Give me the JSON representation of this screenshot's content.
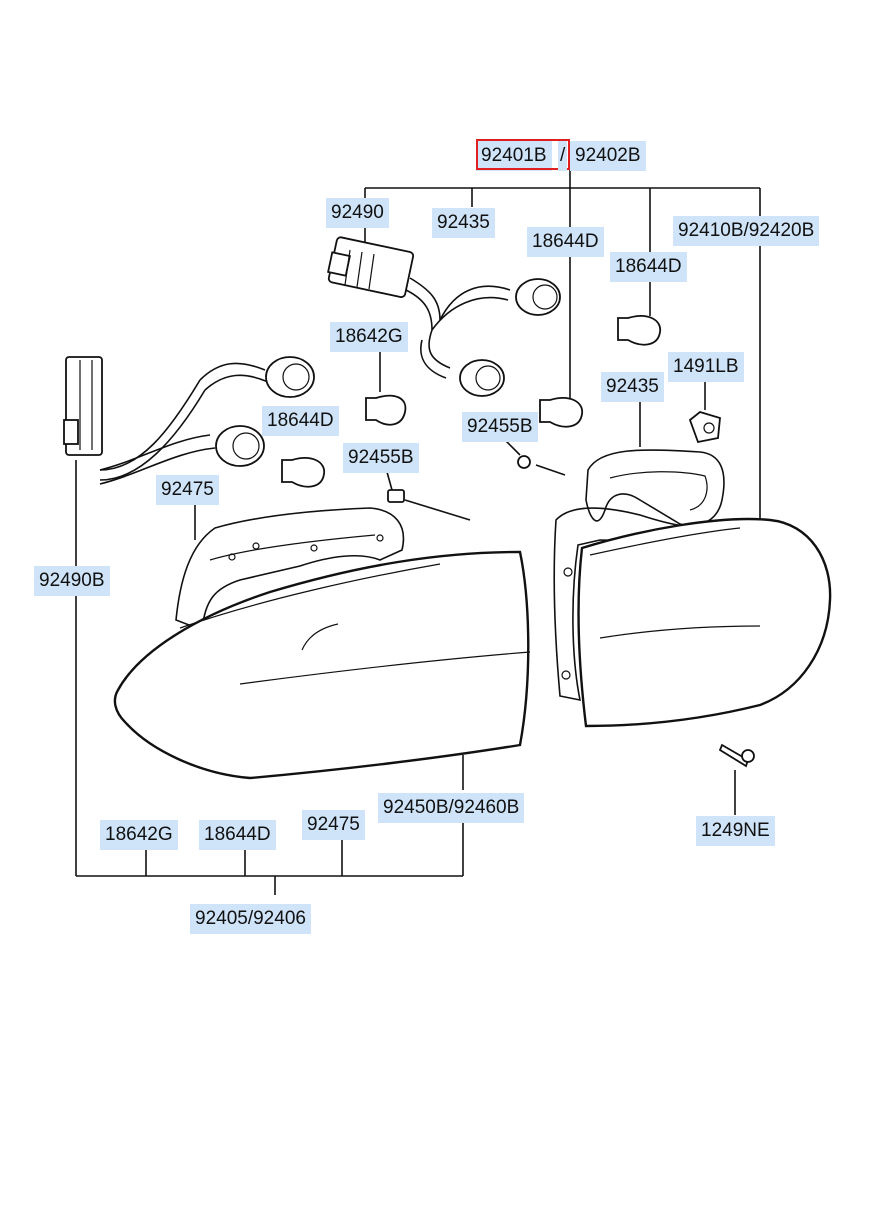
{
  "labels": {
    "assembly_top_a": "92401B",
    "assembly_top_sep": "/",
    "assembly_top_b": "92402B",
    "harness_right": "92490",
    "gasket_right_top": "92435",
    "bulb_d_right_upper": "18644D",
    "bulb_d_right_far": "18644D",
    "lens_right": "92410B/92420B",
    "bulb_g_right": "18642G",
    "clip": "1491LB",
    "gasket_right": "92435",
    "bulb_d_left": "18644D",
    "screw_right": "92455B",
    "screw_left": "92455B",
    "gasket_left": "92475",
    "harness_left": "92490B",
    "lens_left": "92450B/92460B",
    "bottom_bulb_g": "18642G",
    "bottom_bulb_d": "18644D",
    "bottom_gasket": "92475",
    "bottom_assembly": "92405/92406",
    "tapping_screw": "1249NE"
  },
  "selected_part": "92401B",
  "colors": {
    "label_bg": "#cfe4f8",
    "selection_border": "#e02020",
    "line": "#111111"
  }
}
